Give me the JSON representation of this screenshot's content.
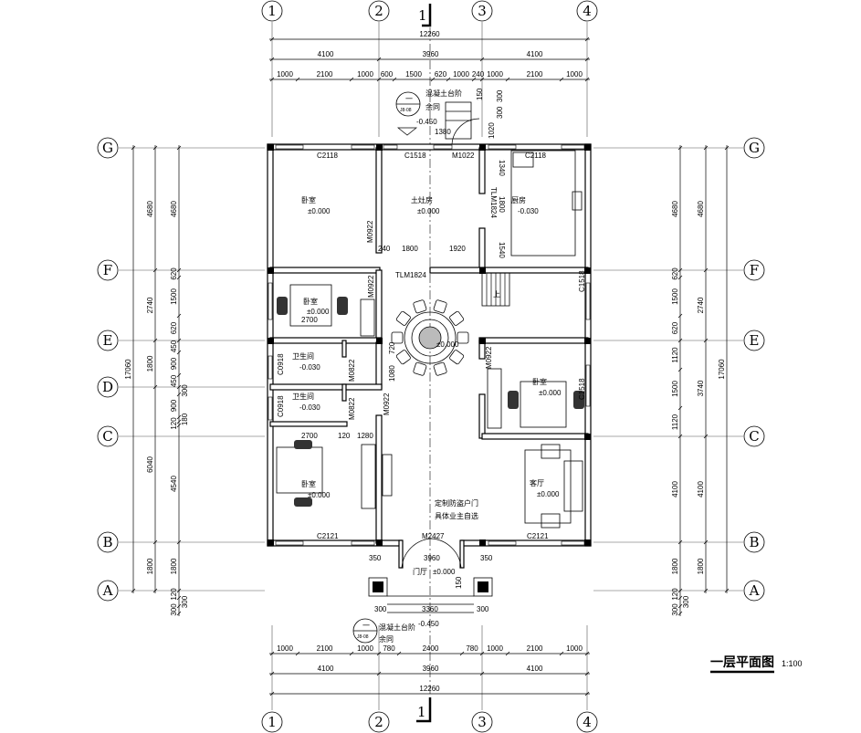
{
  "title": {
    "name": "一层平面图",
    "scale": "1:100"
  },
  "axes": {
    "columns": [
      "1",
      "2",
      "3",
      "4"
    ],
    "rows": [
      "G",
      "F",
      "E",
      "D",
      "C",
      "B",
      "A"
    ],
    "right_rows": [
      "G",
      "F",
      "E",
      "C",
      "B",
      "A"
    ]
  },
  "section_mark": "1",
  "top_dims": {
    "total": "12260",
    "main": [
      "4100",
      "3960",
      "4100"
    ],
    "detail": [
      "1000",
      "2100",
      "1000",
      "600",
      "1500",
      "620",
      "1000",
      "240",
      "1000",
      "2100",
      "1000"
    ]
  },
  "bottom_dims": {
    "total": "12260",
    "main": [
      "4100",
      "3960",
      "4100"
    ],
    "detail": [
      "1000",
      "2100",
      "1000",
      "780",
      "2400",
      "780",
      "1000",
      "2100",
      "1000"
    ]
  },
  "left_dims": {
    "total": "17060",
    "outer": [
      "4680",
      "2740",
      "1800",
      "6040",
      "1800"
    ],
    "inner": [
      "4680",
      "620",
      "1500",
      "620",
      "450",
      "900",
      "450",
      "300",
      "900",
      "180",
      "120",
      "4540",
      "1800",
      "120",
      "300",
      "300"
    ]
  },
  "right_dims": {
    "total": "17060",
    "outer": [
      "4680",
      "2740",
      "3740",
      "4100",
      "1800"
    ],
    "inner": [
      "4680",
      "620",
      "1500",
      "620",
      "1120",
      "1500",
      "1120",
      "4100",
      "1800",
      "120",
      "300",
      "300"
    ]
  },
  "rooms": [
    {
      "name": "卧室",
      "level": "±0.000"
    },
    {
      "name": "土灶房",
      "level": "±0.000"
    },
    {
      "name": "厨房",
      "level": "-0.030"
    },
    {
      "name": "卧室",
      "level": "±0.000"
    },
    {
      "name": "卫生间",
      "level": "-0.030"
    },
    {
      "name": "卫生间",
      "level": "-0.030"
    },
    {
      "name": "卧室",
      "level": "±0.000"
    },
    {
      "name": "卧室",
      "level": "±0.000"
    },
    {
      "name": "客厅",
      "level": "±0.000"
    },
    {
      "name": "门厅",
      "level": "±0.000"
    },
    {
      "name": "",
      "level": "±0.000"
    }
  ],
  "openings": {
    "c2118_left": "C2118",
    "c1518_top": "C1518",
    "m1022": "M1022",
    "c2118_right": "C2118",
    "tlm1824_kitchen": "TLM1824",
    "kitchen_1800": "1800",
    "kitchen_1340": "1340",
    "kitchen_1540": "1540",
    "d240": "240",
    "d1800": "1800",
    "d1920": "1920",
    "tlm1824": "TLM1824",
    "m0922_a": "M0922",
    "m0922_b": "M0922",
    "m0922_c": "M0922",
    "m0922_d": "M0922",
    "c1518_r1": "C1518",
    "c1518_r2": "C1518",
    "c0918_a": "C0918",
    "c0918_b": "C0918",
    "m0822_a": "M0822",
    "m0822_b": "M0822",
    "d720": "720",
    "d1080": "1080",
    "d2700_a": "2700",
    "d2700_b": "2700",
    "d120": "120",
    "d1280": "1280",
    "m2427": "M2427",
    "c2121_a": "C2121",
    "c2121_b": "C2121"
  },
  "notes": {
    "door_note1": "定制防盗户门",
    "door_note2": "具体业主自选",
    "steps_label": "混凝土台阶",
    "steps_same": "余同",
    "steps_level": "-0.450",
    "detail_top": "一",
    "detail_bottom": "J8-08",
    "stair_up": "上",
    "top_1380": "1380",
    "top_300a": "300",
    "top_300b": "300",
    "top_1020": "1020",
    "top_150": "150",
    "porch_350a": "350",
    "porch_3960": "3960",
    "porch_350b": "350",
    "porch_300a": "300",
    "porch_3360": "3360",
    "porch_300b": "300",
    "porch_150": "150"
  }
}
